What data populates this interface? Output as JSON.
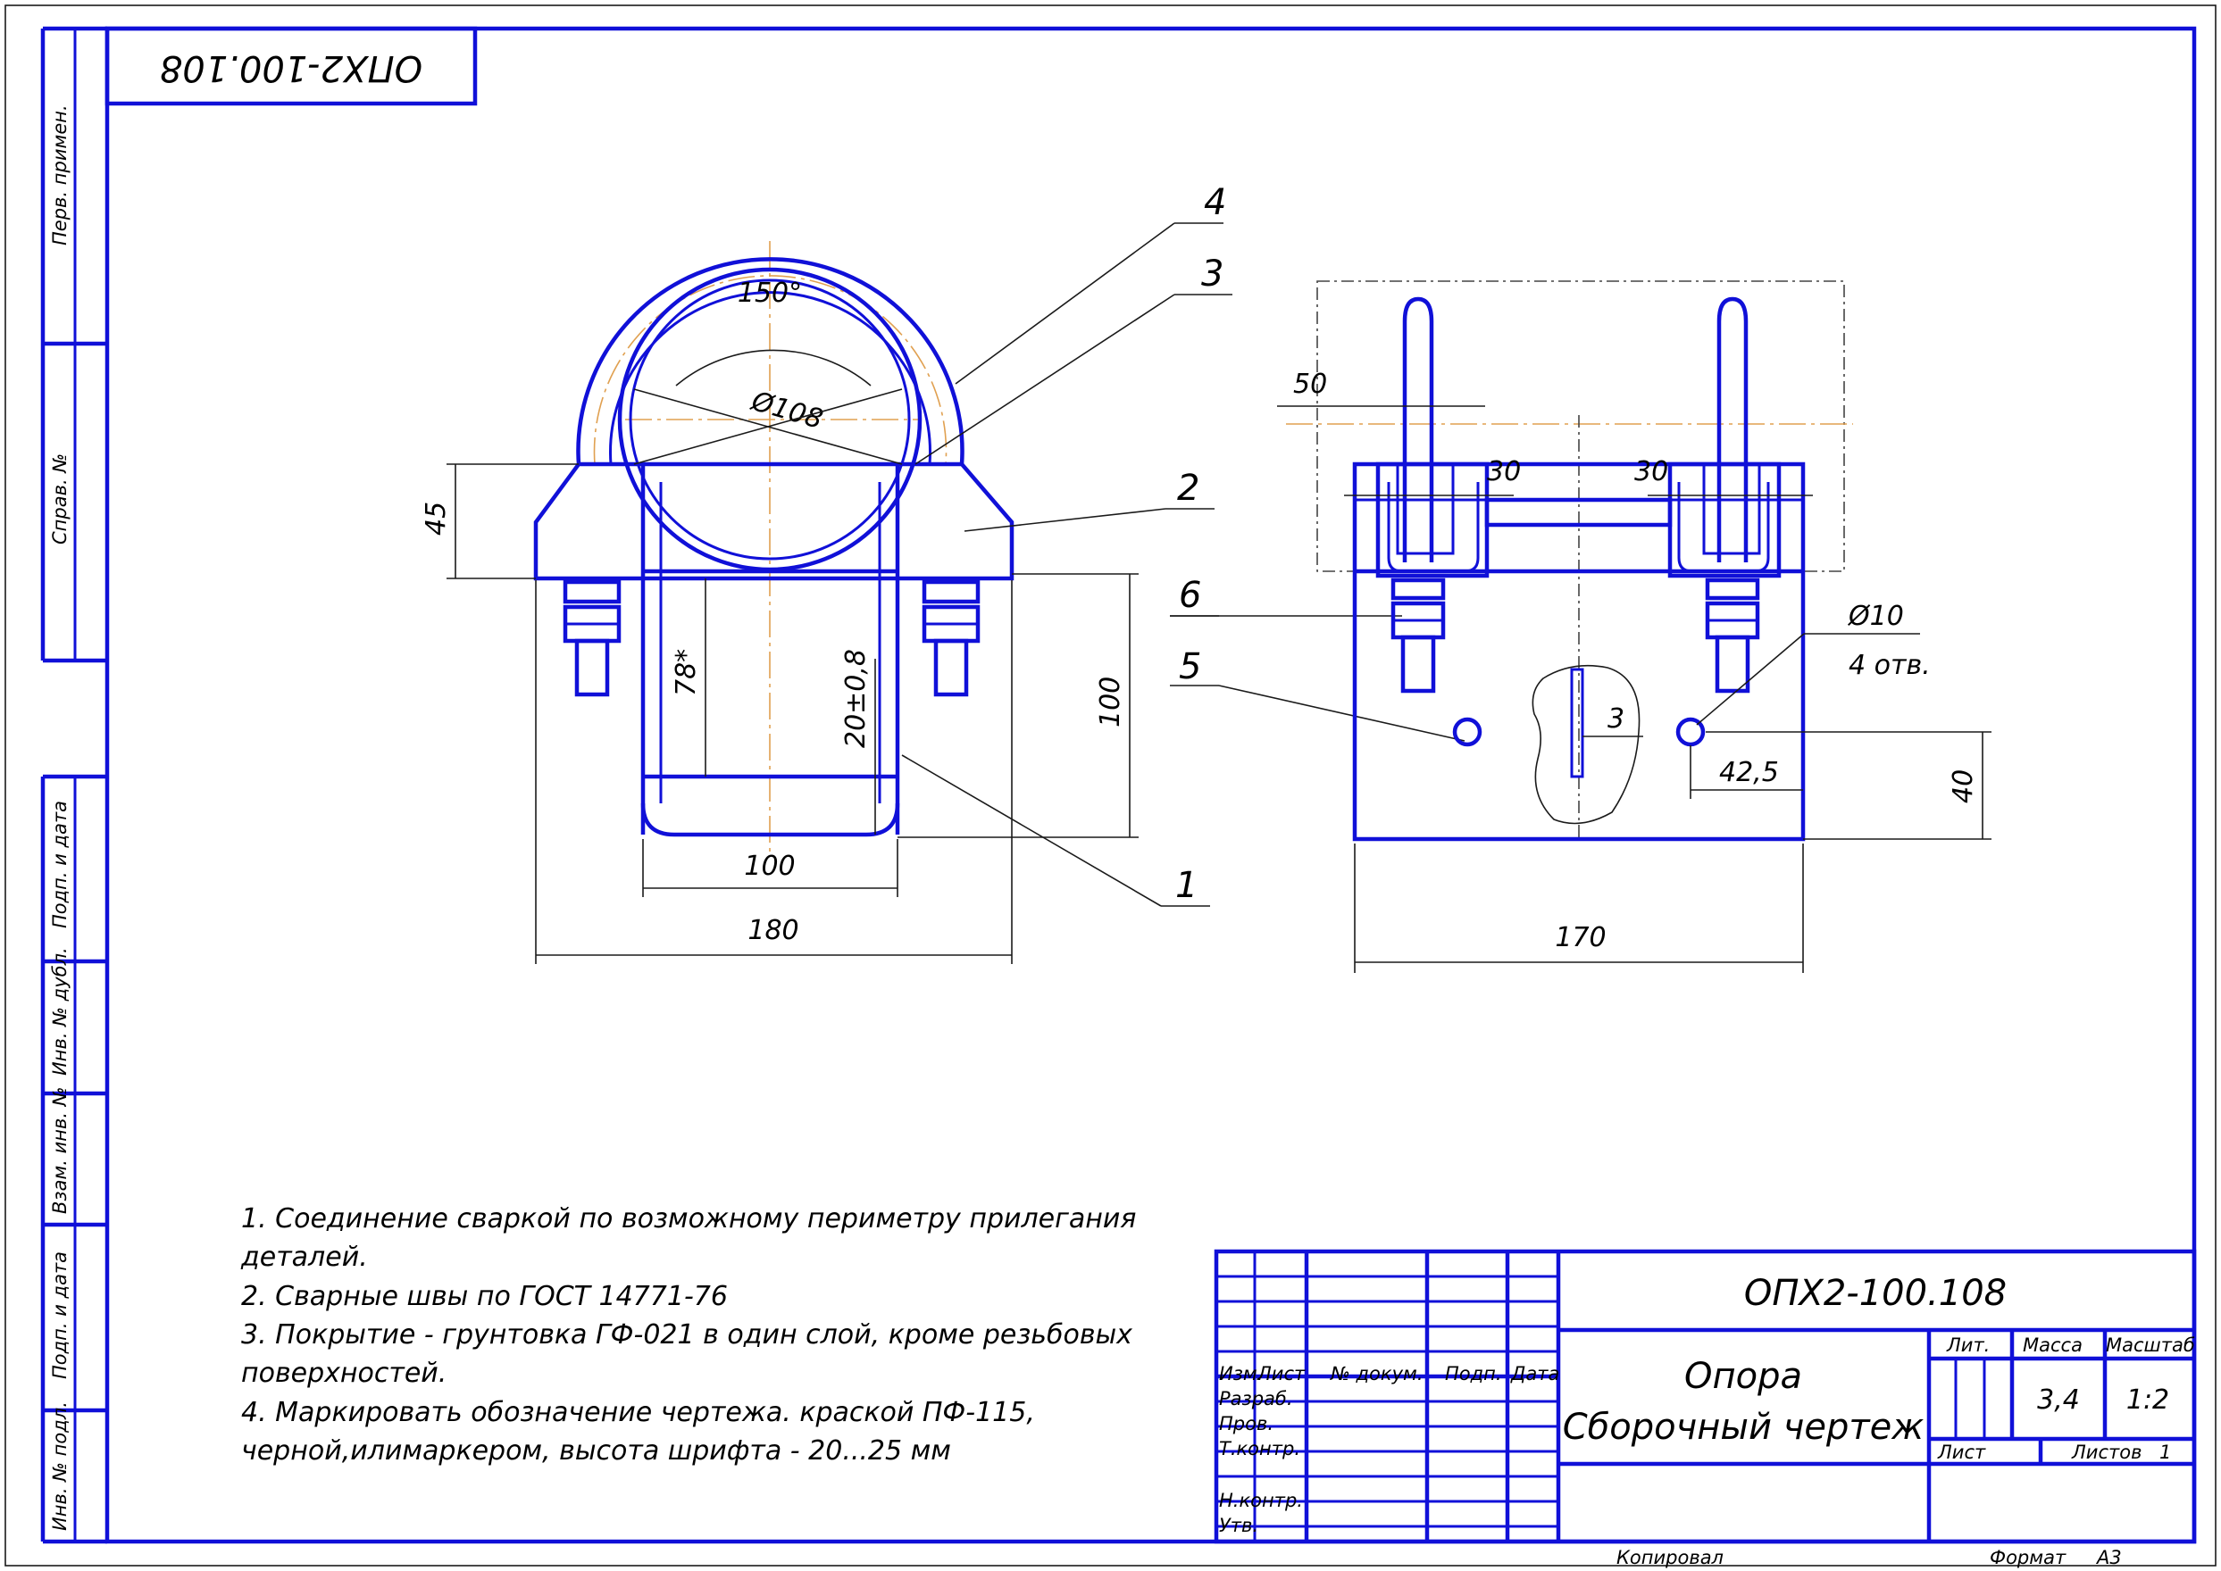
{
  "drawing": {
    "code": "ОПХ2-100.108",
    "code_rotated": "ОПХ2-100.108",
    "title_line1": "Опора",
    "title_line2": "Сборочный чертеж",
    "mass": "3,4",
    "scale": "1:2",
    "sheets_label": "Листов",
    "sheets_count": "1",
    "sheet_label": "Лист",
    "lit_label": "Лит.",
    "mass_label": "Масса",
    "scale_label": "Масштаб",
    "copied_label": "Копировал",
    "format_label": "Формат",
    "format_value": "А3"
  },
  "title_block": {
    "col_headers": [
      "Изм.",
      "Лист",
      "№ докум.",
      "Подп.",
      "Дата"
    ],
    "rows": [
      "Разраб.",
      "Пров.",
      "Т.контр.",
      "Н.контр.",
      "Утв."
    ]
  },
  "side_stamps": [
    "Перв. примен.",
    "Справ. №",
    "Подп. и дата",
    "Инв. № дубл.",
    "Взам. инв. №",
    "Подп. и дата",
    "Инв. № подл."
  ],
  "notes": [
    "1. Соединение сваркой по возможному периметру прилегания деталей.",
    "2. Сварные швы по ГОСТ 14771-76",
    "3. Покрытие - грунтовка ГФ-021 в один слой, кроме резьбовых поверхностей.",
    "4. Маркировать обозначение чертежа. краской ПФ-115, черной,илимаркером, высота шрифта - 20...25 мм"
  ],
  "dimensions": {
    "front": [
      "150°",
      "Ø108",
      "45",
      "78*",
      "20±0,8",
      "100",
      "100",
      "180"
    ],
    "side": [
      "50",
      "30",
      "30",
      "Ø10",
      "4 отв.",
      "3",
      "42,5",
      "40",
      "170"
    ]
  },
  "callouts": [
    "1",
    "2",
    "3",
    "4",
    "5",
    "6"
  ],
  "colors": {
    "outline": "#1010d8",
    "axis": "#e0a050",
    "text": "#000000"
  }
}
